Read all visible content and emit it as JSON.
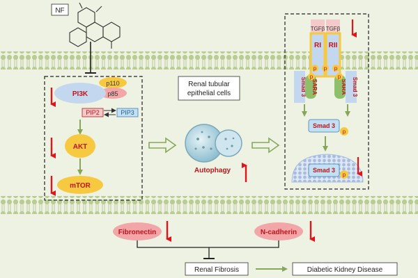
{
  "compound": {
    "label": "NF"
  },
  "cell": {
    "label_line1": "Renal tubular",
    "label_line2": "epithelial cells"
  },
  "pathway": {
    "pi3k": "PI3K",
    "p110": "p110",
    "p85": "p85",
    "pip2": "PIP2",
    "pip3": "PIP3",
    "akt": "AKT",
    "mtor": "mTOR"
  },
  "autophagy": {
    "label": "Autophagy"
  },
  "tgf": {
    "ligand": "TGFβ",
    "receptor_1": "RI",
    "receptor_2": "RII",
    "p": "p",
    "sara": "SARA",
    "smad3": "Smad 3"
  },
  "markers": {
    "fibronectin": "Fibronectin",
    "ncadherin": "N-cadherin"
  },
  "outcome": {
    "fibrosis": "Renal Fibrosis",
    "disease": "Diabetic Kidney Disease"
  },
  "colors": {
    "background": "#eef2e3",
    "membrane": "#bccf96",
    "red_arrow": "#e0141a",
    "green_arrow": "#86a65a",
    "akt_yellow": "#f6c940",
    "pi3k_blue": "#c3d8ee",
    "pink": "#f2a6a8"
  }
}
